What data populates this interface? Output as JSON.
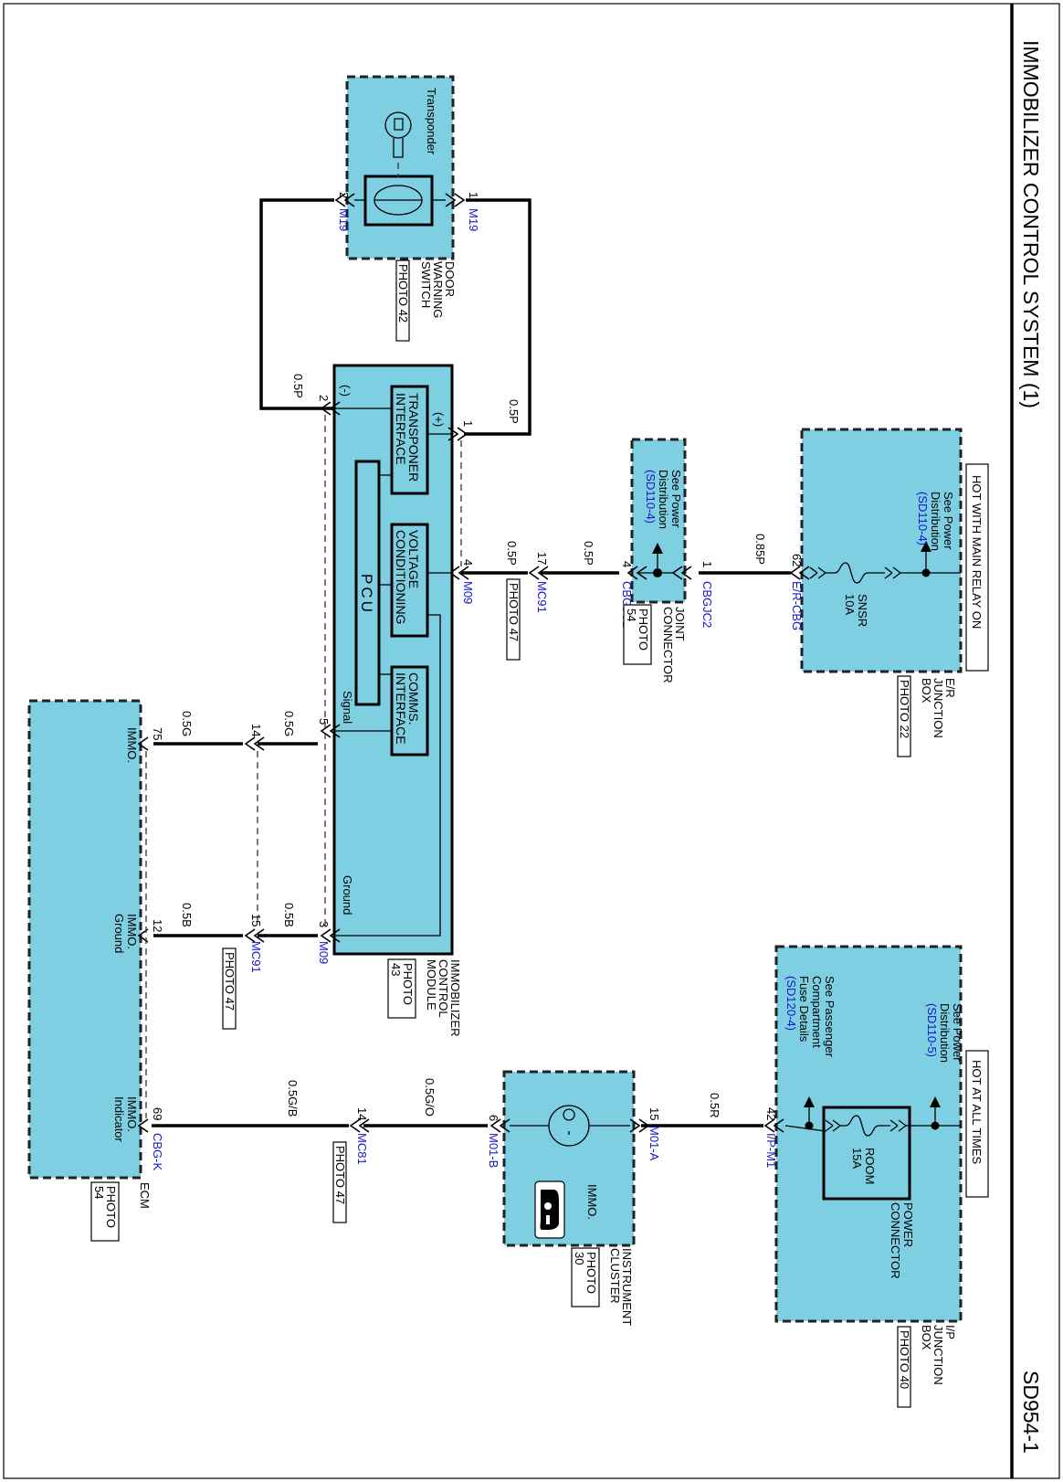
{
  "title": "IMMOBILIZER CONTROL SYSTEM (1)",
  "page_code": "SD954-1",
  "supply_labels": {
    "main_relay": "HOT WITH MAIN RELAY ON",
    "all_times": "HOT AT ALL TIMES"
  },
  "er_box": {
    "name": [
      "E/R",
      "JUNCTION",
      "BOX"
    ],
    "photo": "PHOTO 22",
    "see": [
      "See Power",
      "Distribution"
    ],
    "ref": "(SD110-4)",
    "fuse_name": "SNSR",
    "fuse_amp": "10A",
    "connector": "E/R-CBG",
    "pin": "62"
  },
  "joint": {
    "see": [
      "See Power",
      "Distribution"
    ],
    "ref": "(SD110-4)",
    "name": [
      "JOINT",
      "CONNECTOR"
    ],
    "photo": [
      "PHOTO",
      "54"
    ],
    "conn": "CBGJC2",
    "pin_in": "1",
    "pin_out": "4"
  },
  "door_switch": {
    "name": [
      "DOOR",
      "WARNING",
      "SWITCH"
    ],
    "photo": "PHOTO 42",
    "transponder": "Transponder",
    "conn": "M19",
    "pin1": "1",
    "pin2": "2"
  },
  "module": {
    "name": [
      "IMMOBILIZER",
      "CONTROL",
      "MODULE"
    ],
    "photo": [
      "PHOTO",
      "43"
    ],
    "transponder_if": [
      "TRANSPONER",
      "INTERFACE"
    ],
    "voltage": [
      "VOLTAGE",
      "CONDITIONING"
    ],
    "comms": [
      "COMMS.",
      "INTERFACE"
    ],
    "pcu": "PCU",
    "signal": "Signal",
    "ground": "Ground",
    "plus": "(+)",
    "minus": "(-)",
    "conn": "M09",
    "pins": {
      "p1": "1",
      "p2": "2",
      "p3": "3",
      "p4": "4",
      "p5": "5"
    }
  },
  "mc91": {
    "conn": "MC91",
    "photo": "PHOTO 47",
    "pin17": "17",
    "pin14": "14",
    "pin15": "15"
  },
  "ecm": {
    "name": "ECM",
    "photo": [
      "PHOTO",
      "54"
    ],
    "immo": "IMMO.",
    "immo_ground": [
      "IMMO.",
      "Ground"
    ],
    "immo_indicator": [
      "IMMO.",
      "Indicator"
    ],
    "conn": "CBG-K",
    "pin75": "75",
    "pin12": "12",
    "pin69": "69"
  },
  "ip_box": {
    "name": [
      "I/P",
      "JUNCTION",
      "BOX"
    ],
    "photo": "PHOTO 40",
    "see_power": [
      "See Power",
      "Distribution"
    ],
    "ref_power": "(SD110-5)",
    "see_pass": [
      "See Passenger",
      "Compartment",
      "Fuse Details"
    ],
    "ref_pass": "(SD120-4)",
    "fuse_name": "ROOM",
    "fuse_amp": "15A",
    "power_conn": [
      "POWER",
      "CONNECTOR"
    ],
    "conn": "I/P-M1",
    "pin": "42"
  },
  "cluster": {
    "name": [
      "INSTRUMENT",
      "CLUSTER"
    ],
    "photo": [
      "PHOTO",
      "30"
    ],
    "immo": "IMMO.",
    "conn_a": "M01-A",
    "pin_a": "15",
    "conn_b": "M01-B",
    "pin_b": "6"
  },
  "mc81": {
    "conn": "MC81",
    "photo": "PHOTO 47",
    "pin": "14"
  },
  "wires": {
    "w085p": "0.85P",
    "w05p": "0.5P",
    "w05g": "0.5G",
    "w05b": "0.5B",
    "w05r": "0.5R",
    "w05go": "0.5G/O",
    "w05gb": "0.5G/B"
  }
}
